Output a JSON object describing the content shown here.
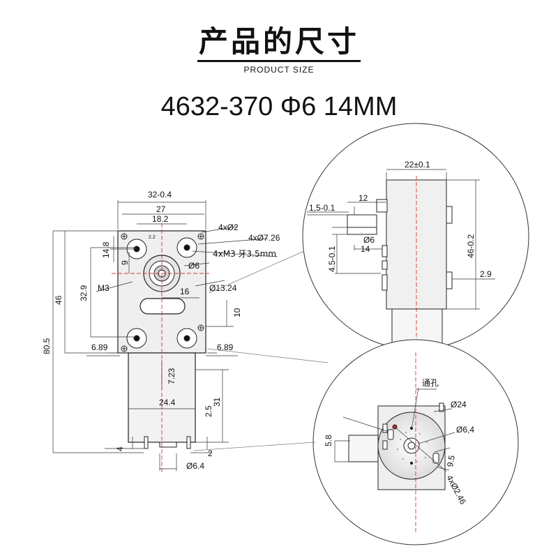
{
  "header": {
    "title_zh": "产品的尺寸",
    "title_en": "PRODUCT SIZE",
    "model": "4632-370 Φ6 14MM"
  },
  "front_view": {
    "dim_width_outer": "32-0.4",
    "dim_width_holes": "27",
    "dim_offset_shaft": "18.2",
    "dim_small_note": "2.2",
    "note_holes_small": "4xØ2",
    "note_holes_large": "4xØ7.26",
    "note_threads": "4xM3 牙3.5mm",
    "dim_shaft": "Ø6",
    "dim_hub": "Ø13.24",
    "label_m3": "M3",
    "dim_14_8": "14.8",
    "dim_9": "9",
    "dim_32_9": "32.9",
    "dim_46": "46",
    "dim_80_5": "80.5",
    "dim_16": "16",
    "dim_10": "10",
    "dim_6_89_left": "6.89",
    "dim_6_89_right": "6.89",
    "dim_7_23": "7.23",
    "dim_24_4": "24.4",
    "dim_31": "31",
    "dim_2_5": "2.5",
    "dim_4": "4",
    "dim_2": "2",
    "dim_6_4": "Ø6.4"
  },
  "side_view": {
    "dim_22": "22±0.1",
    "dim_12": "12",
    "dim_1_5": "1,5-0.1",
    "dim_shaft": "Ø6",
    "dim_14": "14",
    "dim_4_5": "4.5-0.1",
    "dim_46": "46-0.2",
    "dim_2_9": "2.9"
  },
  "motor_view": {
    "label_through_hole": "通孔",
    "dim_24": "Ø24",
    "dim_6_4": "Ø6,4",
    "dim_5_8": "5.8",
    "dim_9_5": "9.5",
    "dim_holes": "4xØ2.46"
  }
}
